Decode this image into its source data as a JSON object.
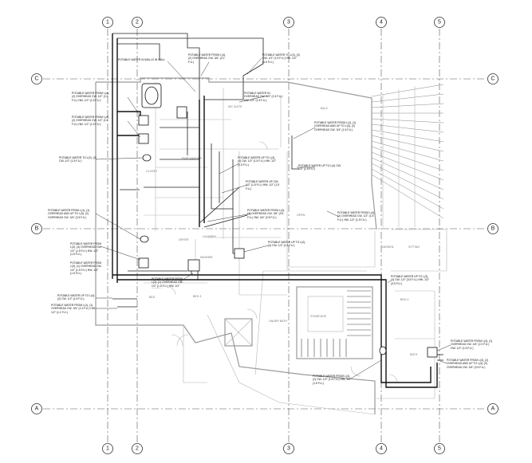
{
  "grid": {
    "columns": [
      "1",
      "2",
      "3",
      "4",
      "5"
    ],
    "rows": [
      "C",
      "B",
      "A"
    ]
  },
  "rooms": {
    "balc": "BALC",
    "wc_suite": "WC SUITE",
    "powder": "PWR WASHER",
    "open": "OPEN",
    "laundry": "LAUNDRY",
    "sitting": "SITTING",
    "bed3": "BED 3",
    "bed4": "BED 4",
    "staircase": "STAIRCASE",
    "under_bath": "UNDER BATH",
    "bath": "BATH",
    "bed": "BED",
    "dryer": "DRYER",
    "washer": "WASHER",
    "garden": "GARDEN",
    "closet": "CLOSET"
  },
  "notes": {
    "n1": "POTABLE WATER IN WALLS IN WALL",
    "n2": "POTABLE WATER FROM L(3), (2) OVERHEAD CW- 3/4\" (2.0 F.U.)",
    "n3": "POTABLE WATER TO L(3), (3) CW- 1/2\" (1.5 F.U.) HW- 1/2\" (1.5 F.U.)",
    "n4": "POTABLE WATER IN OVERHEAD CW- 1/2\" (1.5 F.U.) HW- 1/2\" (1.5 F.U.)",
    "n5": "POTABLE WATER FROM L(4), (2) OVERHEAD CW- 1/2\" (1.5 F.U.) HW- 1/2\" (1.5 F.U.)",
    "n6": "POTABLE WATER FROM L(4), (2) OVERHEAD CW- 1/2\" (1.5 F.U.) HW- 1/2\" (1.5 F.U.)",
    "n7": "POTABLE WATER TO L(3), (3) CW- 1/2\" (1.5 F.U.)",
    "n8": "POTABLE WATER UP TO L(3), (4) CW- 1/2\" (1.5 F.U.) HW- 1/2\" (1.5 F.U.)",
    "n9": "POTABLE WATER UP CW- 1/2\" (1.5 F.U.) HW- 1/2\" (1.5 F.U.)",
    "n10": "POTABLE WATER FROM L(3), (2) OVERHEAD CW- 3/4\" (3.5 F.U.) HW- 3/4\" (3.5 F.U.)",
    "n11": "POTABLE WATER FROM L(1), (1) OVERHEAD AND UP TO L(3), (2) OVERHEAD CW- 3/4\" (1.5 F.U.)",
    "n12": "POTABLE WATER FROM L(4), (2) OVERHEAD CW- 1/2\" (1.5 F.U.) HW- 1/2\" (1.5 F.U.)",
    "n13": "POTABLE WATER UP TO L(3), (4) CW- 1/2\" (3.5 F.U.) HW- 1/2\" (3.5 F.U.)",
    "n14": "POTABLE WATER FROM L(1), (1) OVERHEAD AND UP TO L(3), (2) OVERHEAD CW- 3/4\" (3.5 F.U.)",
    "n15": "POTABLE WATER UP TO L(4) CW- 1/2\" (1.5 F.U.)",
    "n16": "POTABLE WATER UP TO L(2), (4) CW- 1/2\" (1.5 F.U.)",
    "n17": "POTABLE WATER FROM L(1), (1) OVERHEAD CW- 3/4\" (2.3 F.U.) HW- 1/2\" (1.1 F.U.)",
    "n18": "POTABLE WATER FROM L(3), (3) OVERHEAD CW- 1/2\" (1.5 F.U.) HW- 1/2\" (1.5 F.U.)",
    "n19": "POTABLE WATER FROM L(3), (2) OVERHEAD AND UP TO L(4), (2) OVERHEAD CW- 3/4\" (3.5 F.U.)",
    "n20": "POTABLE WATER FROM L(3), (1) OVERHEAD CW- 1/2\" (1.5 F.U.) HW- 1/2\" (1.5 F.U.)",
    "n21": "POTABLE WATER UP TO L(4), (2) CW- 1/2\" (1.5 F.U.)",
    "n22": "POTABLE WATER FROM L(3), (1) OVERHEAD CW- 3/4\" (2.0 F.U.) HW- 1/2\" (1.5 F.U.)",
    "n23": "POTABLE WATER FROM L(4), (2) CW- 1/2\" (1.5 F.U.) HW- 1/2\" (1.5 F.U.)",
    "n24": "POTABLE WATER FROM L(3), (1) OVERHEAD CW- 1/2\" (1.5 F.U.) HW- 1/2\" (1.5 F.U.)"
  }
}
